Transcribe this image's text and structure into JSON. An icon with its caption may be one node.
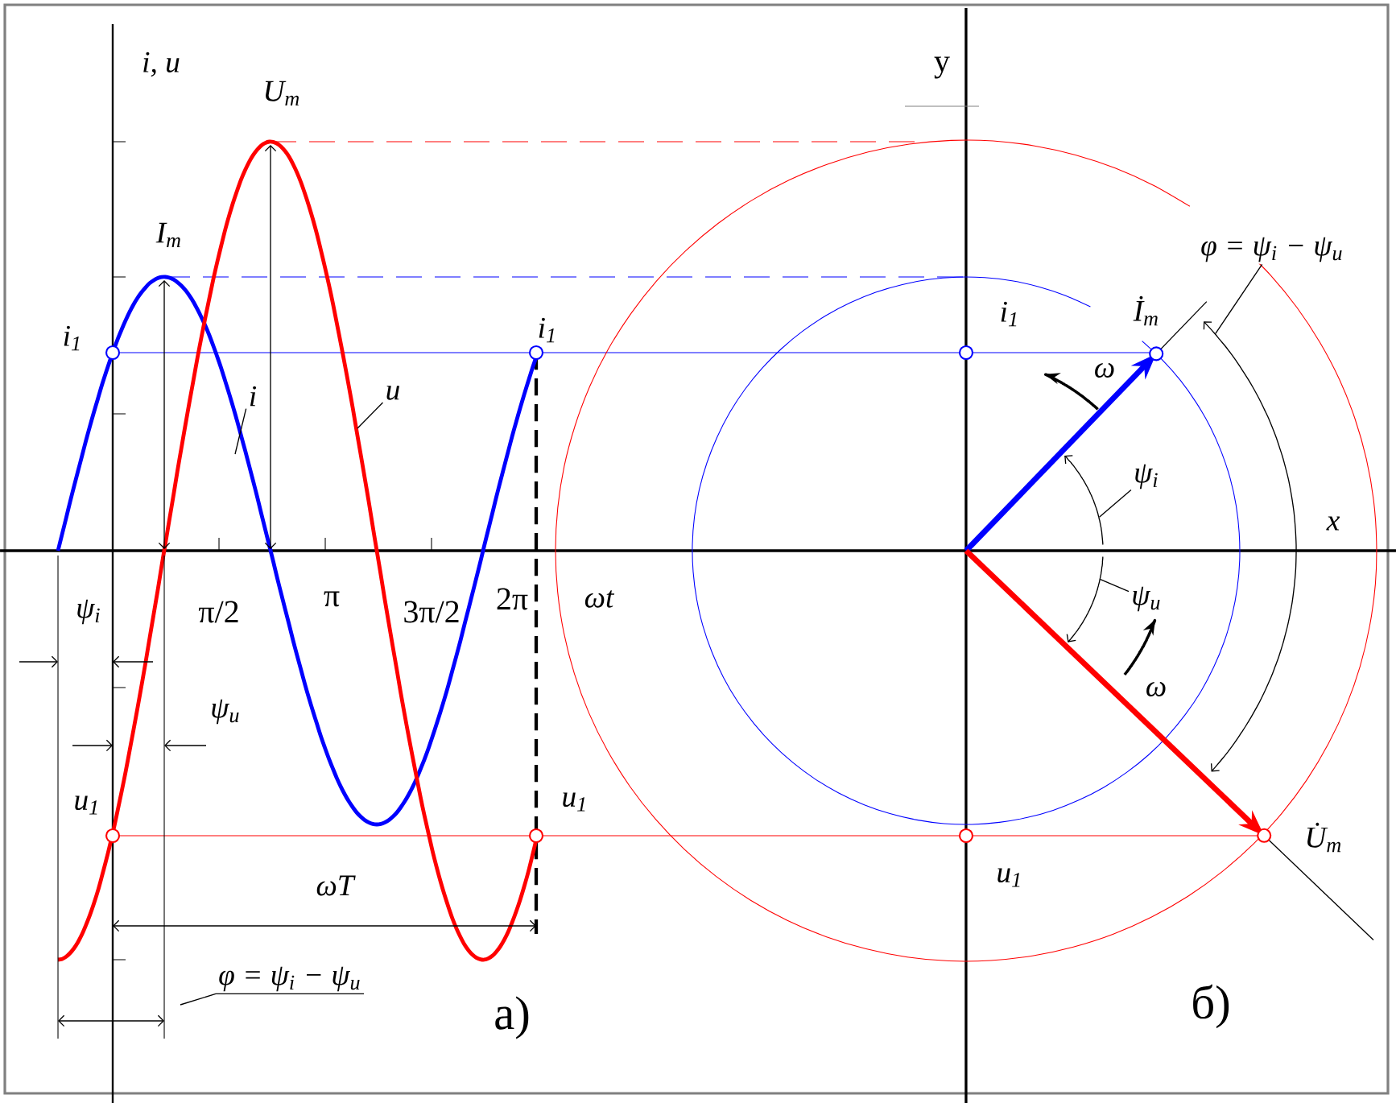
{
  "diagram": {
    "nodes": [
      {
        "text": [
          "i"
        ]
      },
      {
        "text": [
          "u"
        ]
      },
      {
        "text": [
          "φ = ψ$_{i}$ − ψ$_{u}$"
        ]
      },
      {
        "text": [
          "ψ$_{i}$"
        ]
      },
      {
        "text": [
          "ψ$_{u}$"
        ]
      },
      {
        "text": [
          "φ = ψ$_{i}$ − ψ$_{u}$"
        ]
      },
      {
        "text": [],
        "shape": "arc"
      },
      {
        "text": [],
        "shape": "arc"
      },
      {
        "text": [],
        "shape": "arc"
      }
    ],
    "edges": [
      {
        "from": 0,
        "to": null,
        "arrow": "none"
      },
      {
        "from": 1,
        "to": null,
        "arrow": "none"
      },
      {
        "from": 2,
        "to": null,
        "arrow": "none"
      },
      {
        "from": 3,
        "to": 6,
        "arrow": "none"
      },
      {
        "from": 4,
        "to": 7,
        "arrow": "none"
      },
      {
        "from": 5,
        "to": 8,
        "arrow": "none"
      }
    ],
    "labels": [
      "i, u",
      "U$_{m}$",
      "I$_{m}$",
      "i$_{1}$",
      "i$_{1}$",
      "π/2",
      "π",
      "3π/2",
      "2π",
      "ωt",
      "ψ$_{i}$",
      "ψ$_{u}$",
      "u$_{1}$",
      "u$_{1}$",
      "ωT",
      "a)",
      "y",
      "i$_{1}$",
      "İ$_{m}$",
      "ω",
      "x",
      "ω",
      "U̇$_{m}$",
      "u$_{1}$",
      "б)"
    ]
  }
}
